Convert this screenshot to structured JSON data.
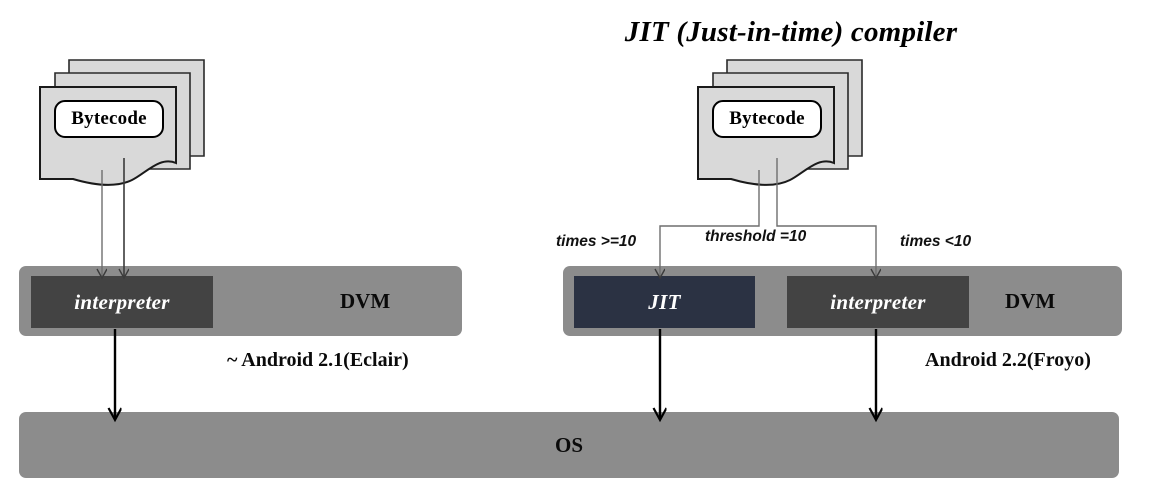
{
  "diagram": {
    "title": "JIT (Just-in-time) compiler",
    "left_flow": {
      "source": {
        "label": "Bytecode",
        "icon": "document-stack-icon",
        "sheets": 3
      },
      "platform": {
        "name": "DVM",
        "version_caption": "~ Android 2.1(Eclair)",
        "engines": [
          {
            "id": "interpreter",
            "label": "interpreter",
            "color": "#434343"
          }
        ]
      },
      "arrows": [
        {
          "from": "bytecode",
          "to": "interpreter",
          "style": "thin"
        },
        {
          "from": "bytecode",
          "to": "interpreter",
          "style": "thin"
        },
        {
          "from": "interpreter",
          "to": "os",
          "style": "thick"
        }
      ]
    },
    "right_flow": {
      "source": {
        "label": "Bytecode",
        "icon": "document-stack-icon",
        "sheets": 3
      },
      "branch": {
        "center_label": "threshold =10",
        "left_label": "times >=10",
        "right_label": "times <10"
      },
      "platform": {
        "name": "DVM",
        "version_caption": "Android 2.2(Froyo)",
        "engines": [
          {
            "id": "jit",
            "label": "JIT",
            "color": "#2b3243"
          },
          {
            "id": "interpreter",
            "label": "interpreter",
            "color": "#434343"
          }
        ]
      },
      "arrows": [
        {
          "from": "bytecode",
          "to": "jit",
          "style": "thin"
        },
        {
          "from": "bytecode",
          "to": "interpreter",
          "style": "thin"
        },
        {
          "from": "jit",
          "to": "os",
          "style": "thick"
        },
        {
          "from": "interpreter",
          "to": "os",
          "style": "thick"
        }
      ]
    },
    "os_layer": {
      "label": "OS",
      "color": "#8c8c8c"
    },
    "colors": {
      "platform_bar": "#8c8c8c",
      "interpreter_box": "#434343",
      "jit_box": "#2b3243",
      "document_fill": "#d9d9d9",
      "background": "#ffffff",
      "text": "#000000"
    }
  }
}
